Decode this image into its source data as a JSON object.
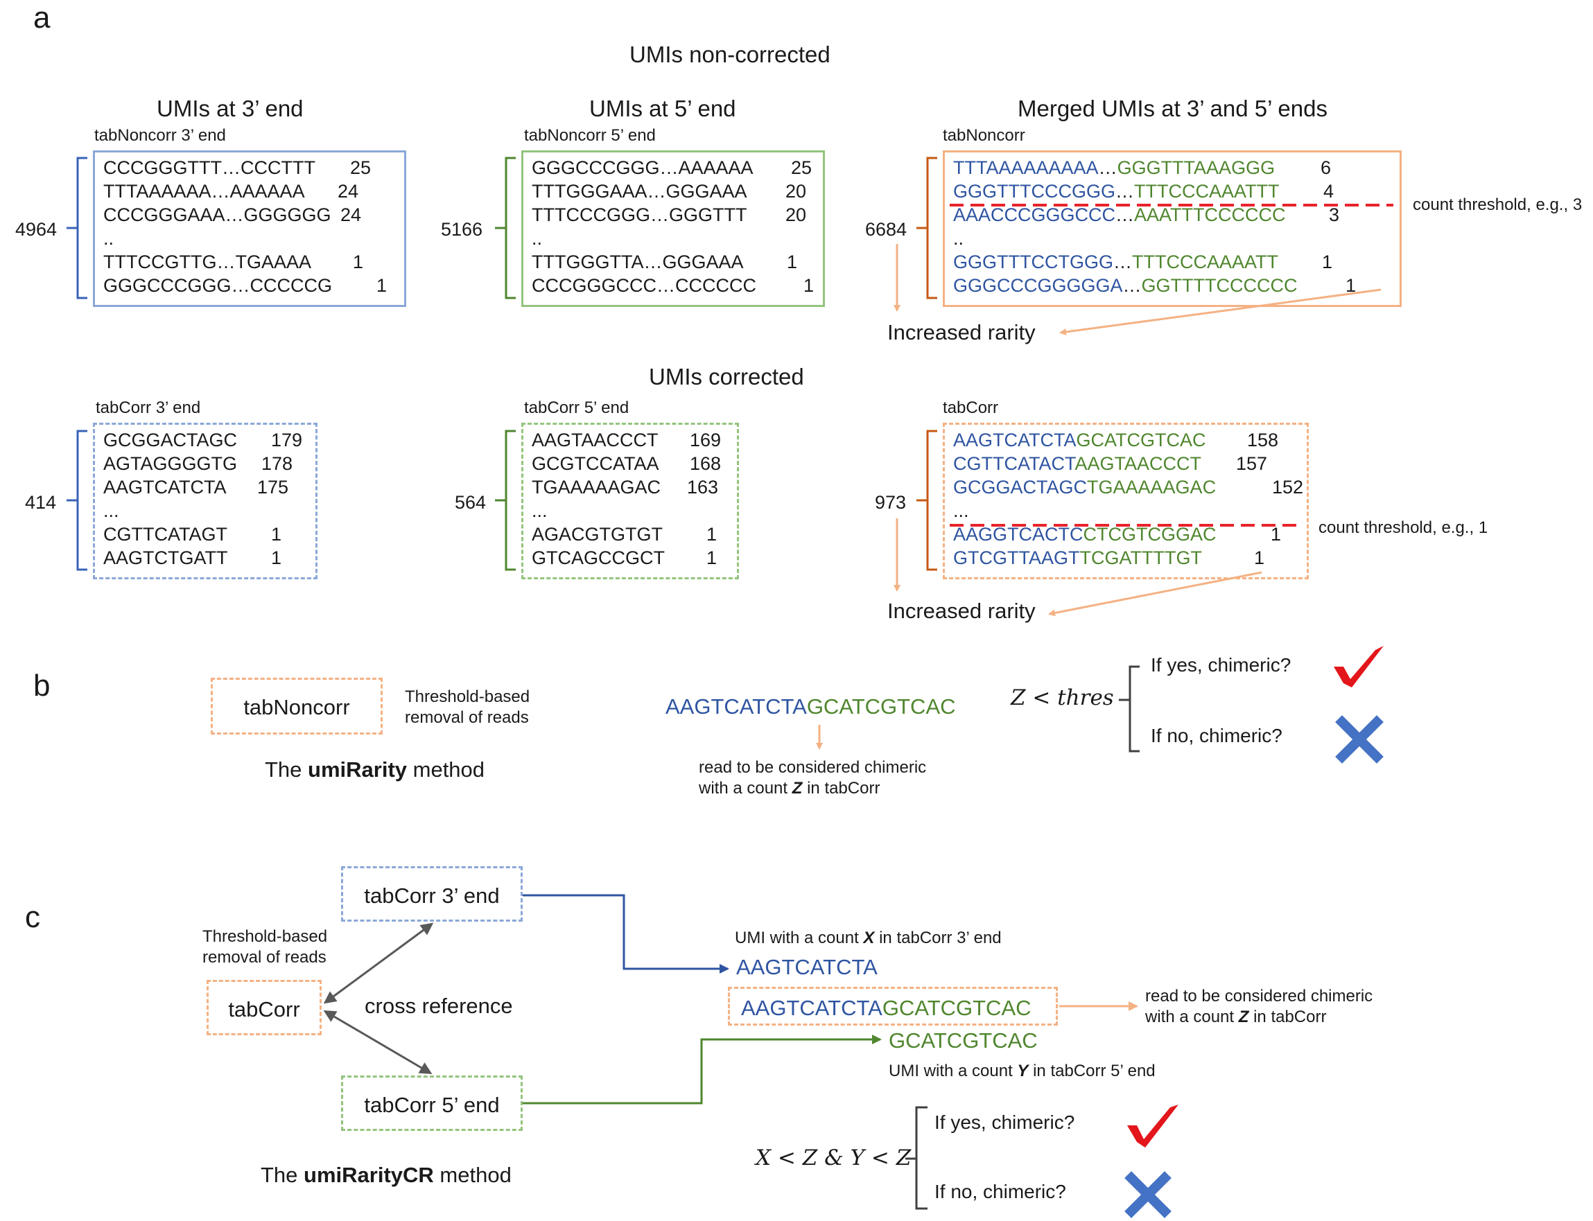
{
  "panels": {
    "a": "a",
    "b": "b",
    "c": "c"
  },
  "a": {
    "title_noncorr": "UMIs non-corrected",
    "title_corr": "UMIs corrected",
    "col_titles": [
      "UMIs at 3’ end",
      "UMIs at 5’ end",
      "Merged UMIs at 3’ and 5’ ends"
    ],
    "noncorr": {
      "t3": {
        "label": "tabNoncorr 3’ end",
        "total": "4964",
        "rows": [
          {
            "seq": "CCCGGGTTT…CCCTTT",
            "count": "25"
          },
          {
            "seq": "TTTAAAAAA…AAAAAA",
            "count": "24"
          },
          {
            "seq": "CCCGGGAAA…GGGGGG",
            "count": "24"
          },
          {
            "seq": "..",
            "count": ""
          },
          {
            "seq": "TTTCCGTTG…TGAAAA",
            "count": "1"
          },
          {
            "seq": "GGGCCCGGG…CCCCCG",
            "count": "1"
          }
        ]
      },
      "t5": {
        "label": "tabNoncorr 5’ end",
        "total": "5166",
        "rows": [
          {
            "seq": "GGGCCCGGG…AAAAAA",
            "count": "25"
          },
          {
            "seq": "TTTGGGAAA…GGGAAA",
            "count": "20"
          },
          {
            "seq": "TTTCCCGGG…GGGTTT",
            "count": "20"
          },
          {
            "seq": "..",
            "count": ""
          },
          {
            "seq": "TTTGGGTTA…GGGAAA",
            "count": "1"
          },
          {
            "seq": "CCCGGGCCC…CCCCCC",
            "count": "1"
          }
        ]
      },
      "merged": {
        "label": "tabNoncorr",
        "total": "6684",
        "threshold": "count threshold, e.g., 3",
        "rarity": "Increased rarity",
        "rows": [
          {
            "p1": "TTTAAAAAAAAA",
            "sep": "…",
            "p2": "GGGTTTAAAGGG",
            "count": "6"
          },
          {
            "p1": "GGGTTTCCCGGG",
            "sep": "…",
            "p2": "TTTCCCAAATTT",
            "count": "4"
          },
          {
            "p1": "AAACCCGGGCCC",
            "sep": "…",
            "p2": "AAATTTCCCCCC",
            "count": "3"
          },
          {
            "p1": "..",
            "sep": "",
            "p2": "",
            "count": ""
          },
          {
            "p1": "GGGTTTCCTGGG",
            "sep": "…",
            "p2": "TTTCCCAAAATT",
            "count": "1"
          },
          {
            "p1": "GGGCCCGGGGGA",
            "sep": "…",
            "p2": "GGTTTTCCCCCC",
            "count": "1"
          }
        ]
      }
    },
    "corr": {
      "t3": {
        "label": "tabCorr 3’ end",
        "total": "414",
        "rows": [
          {
            "seq": "GCGGACTAGC",
            "count": "179"
          },
          {
            "seq": "AGTAGGGGTG",
            "count": "178"
          },
          {
            "seq": "AAGTCATCTA",
            "count": "175"
          },
          {
            "seq": "...",
            "count": ""
          },
          {
            "seq": "CGTTCATAGT",
            "count": "1"
          },
          {
            "seq": "AAGTCTGATT",
            "count": "1"
          }
        ]
      },
      "t5": {
        "label": "tabCorr 5’ end",
        "total": "564",
        "rows": [
          {
            "seq": "AAGTAACCCT",
            "count": "169"
          },
          {
            "seq": "GCGTCCATAA",
            "count": "168"
          },
          {
            "seq": "TGAAAAAGAC",
            "count": "163"
          },
          {
            "seq": "...",
            "count": ""
          },
          {
            "seq": "AGACGTGTGT",
            "count": "1"
          },
          {
            "seq": "GTCAGCCGCT",
            "count": "1"
          }
        ]
      },
      "merged": {
        "label": "tabCorr",
        "total": "973",
        "threshold": "count threshold, e.g., 1",
        "rarity": "Increased rarity",
        "rows": [
          {
            "p1": "AAGTCATCTA",
            "p2": "GCATCGTCAC",
            "count": "158"
          },
          {
            "p1": "CGTTCATACT",
            "p2": "AAGTAACCCT",
            "count": "157"
          },
          {
            "p1": "GCGGACTAGC",
            "p2": "TGAAAAAGAC",
            "count": "152"
          },
          {
            "p1": "...",
            "p2": "",
            "count": ""
          },
          {
            "p1": "AAGGTCACTC",
            "p2": "CTCGTCGGAC",
            "count": "1"
          },
          {
            "p1": "GTCGTTAAGT",
            "p2": "TCGATTTTGT",
            "count": "1"
          }
        ]
      }
    }
  },
  "b": {
    "box": "tabNoncorr",
    "removal": [
      "Threshold-based",
      "removal of reads"
    ],
    "method": {
      "pre": "The ",
      "bold": "umiRarity",
      "post": " method"
    },
    "read": {
      "p1": "AAGTCATCTA",
      "p2": "GCATCGTCAC"
    },
    "read_note_1": "read to be considered chimeric",
    "read_note_2": {
      "pre": "with a count ",
      "bold": "Z",
      "post": " in tabCorr"
    },
    "condition": "Z < thres",
    "yes": "If yes, chimeric?",
    "no": "If no, chimeric?"
  },
  "c": {
    "box3": "tabCorr 3’ end",
    "box5": "tabCorr 5’ end",
    "boxc": "tabCorr",
    "removal": [
      "Threshold-based",
      "removal of reads"
    ],
    "cross": "cross reference",
    "method": {
      "pre": "The ",
      "bold": "umiRarityCR",
      "post": " method"
    },
    "umi3_note": {
      "pre": "UMI with a count ",
      "bold": "X",
      "post": " in tabCorr 3’ end"
    },
    "umi3": "AAGTCATCTA",
    "read": {
      "p1": "AAGTCATCTA",
      "p2": "GCATCGTCAC"
    },
    "umi5": "GCATCGTCAC",
    "umi5_note": {
      "pre": "UMI with a count ",
      "bold": "Y",
      "post": " in tabCorr 5’ end"
    },
    "read_note_1": "read to be considered chimeric",
    "read_note_2": {
      "pre": "with a count ",
      "bold": "Z",
      "post": " in tabCorr"
    },
    "condition": "X < Z & Y < Z",
    "yes": "If yes, chimeric?",
    "no": "If no, chimeric?"
  },
  "colors": {
    "blue_seq": "#2e54a1",
    "green_seq": "#4f862e",
    "threshold_line": "#e8232a",
    "arrow_orange": "#f4b183",
    "check_red": "#e3161b",
    "cross_blue": "#4472c4"
  }
}
